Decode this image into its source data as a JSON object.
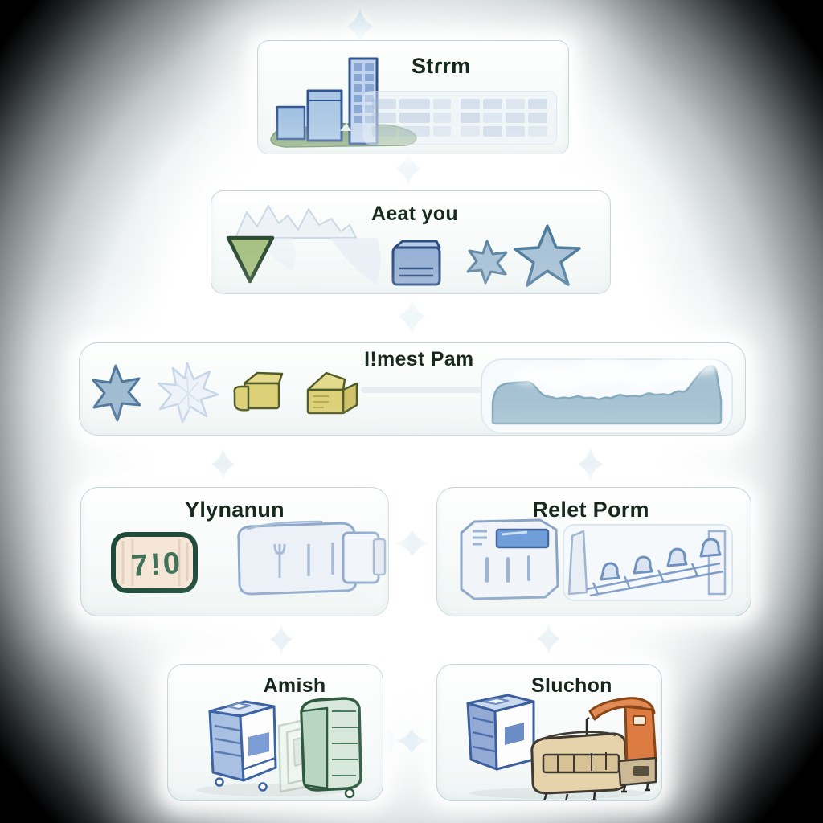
{
  "diagram": {
    "nodes": [
      {
        "id": "strm",
        "title": "Stɾrm",
        "icons": [
          "city-buildings-icon",
          "faded-data-table-icon"
        ]
      },
      {
        "id": "aeat-you",
        "title": "Aeat you",
        "icons": [
          "mountain-sketch-icon",
          "green-down-triangle-icon",
          "blue-archive-box-icon",
          "small-six-point-star-icon",
          "large-five-point-star-icon"
        ]
      },
      {
        "id": "imest-pam",
        "title": "I!mest Pam",
        "icons": [
          "blue-six-point-star-icon",
          "pale-snowflake-star-icon",
          "yellow-carton-icon",
          "yellow-wedge-box-icon",
          "track-line-icon",
          "area-chart-icon"
        ]
      },
      {
        "id": "ylynanun",
        "title": "Ylynanun",
        "badge_text": "7!0",
        "icons": [
          "green-framed-badge-icon",
          "sketched-scanner-icon"
        ]
      },
      {
        "id": "relet-porm",
        "title": "Relet Porm",
        "icons": [
          "sketched-machine-icon",
          "ascending-seats-icon"
        ]
      },
      {
        "id": "amish",
        "title": "Amish",
        "icons": [
          "blue-tower-box-icon",
          "faded-frame-icon",
          "green-cabinet-icon"
        ]
      },
      {
        "id": "sluchon",
        "title": "Sluchon",
        "icons": [
          "blue-cube-box-icon",
          "tan-printer-icon",
          "orange-machine-icon"
        ]
      }
    ],
    "connectors": [
      {
        "from": "top-edge",
        "to": "strm",
        "shape": "four-point-diamond"
      },
      {
        "from": "strm",
        "to": "aeat-you",
        "shape": "four-point-diamond"
      },
      {
        "from": "aeat-you",
        "to": "imest-pam",
        "shape": "four-point-diamond"
      },
      {
        "from": "imest-pam",
        "to": "ylynanun",
        "shape": "four-point-diamond"
      },
      {
        "from": "imest-pam",
        "to": "relet-porm",
        "shape": "four-point-diamond"
      },
      {
        "from": "ylynanun",
        "to": "relet-porm",
        "shape": "four-point-diamond-horizontal"
      },
      {
        "from": "ylynanun",
        "to": "amish",
        "shape": "four-point-diamond"
      },
      {
        "from": "relet-porm",
        "to": "sluchon",
        "shape": "four-point-diamond"
      },
      {
        "from": "amish",
        "to": "sluchon",
        "shape": "four-point-diamond-horizontal"
      }
    ],
    "colors": {
      "background_vignette": "#000000",
      "center_glow": "#ffffff",
      "card_background": "#f6faf9",
      "card_border": "#c4d2d6",
      "title_text": "#17291f",
      "connector_blue": "#a8cce0",
      "star_blue_fill": "#a4bed2",
      "star_blue_stroke": "#527b9c",
      "triangle_green_fill": "#a7c183",
      "triangle_green_stroke": "#2f4d36",
      "archive_box_blue": "#97b0d4",
      "yellow_box_fill": "#dcd077",
      "yellow_box_stroke": "#4f5c28",
      "area_chart_fill": "#a6c2d2",
      "area_chart_stroke": "#84a9be",
      "badge_border_green": "#1e4b3a",
      "badge_fill_peach": "#f5e6d7",
      "badge_glyph_green": "#3f7258",
      "sketch_blue": "#8fa9cb",
      "bush_green": "#82a571",
      "building_blue": "#b7cfe8",
      "amish_box_blue": "#3c64a4",
      "cabinet_green": "#2e5a40",
      "printer_tan": "#e6d2ab",
      "machine_orange": "#dd7c42"
    }
  }
}
